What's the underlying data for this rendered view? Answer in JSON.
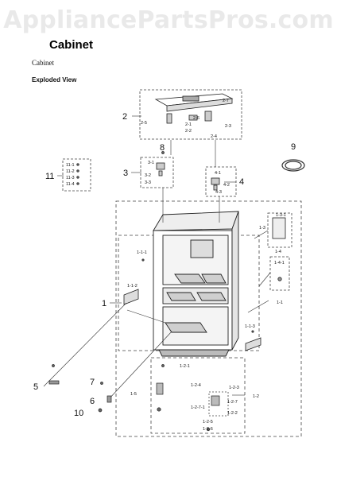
{
  "watermark": "AppliancePartsPros.com",
  "title": "Cabinet",
  "subtitle": "Cabinet",
  "view_label": "Exploded View",
  "callouts": {
    "c1": "1",
    "c2": "2",
    "c3": "3",
    "c4": "4",
    "c5": "5",
    "c6": "6",
    "c7": "7",
    "c8": "8",
    "c9": "9",
    "c10": "10",
    "c11": "11"
  },
  "sublabels": {
    "s2_7": "2-7",
    "s2_6": "2-6",
    "s2_5": "2-5",
    "s2_1": "2-1",
    "s2_2": "2-2",
    "s2_3": "2-3",
    "s2_4": "2-4",
    "s3_1": "3-1",
    "s3_2": "3-2",
    "s3_3": "3-3",
    "s4_1": "4-1",
    "s4_2": "4-2",
    "s4_3": "4-3",
    "s11_1": "11-1",
    "s11_2": "11-2",
    "s11_3": "11-3",
    "s11_4": "11-4",
    "s1_3_1": "1-3-1",
    "s1_3": "1-3",
    "s1_4": "1-4",
    "s1_4_1": "1-4-1",
    "s1_1": "1-1",
    "s1_1_1": "1-1-1",
    "s1_1_2": "1-1-2",
    "s1_1_3": "1-1-3",
    "s1_2_1": "1-2-1",
    "s1_2": "1-2",
    "s1_2_4": "1-2-4",
    "s1_2_3": "1-2-3",
    "s1_2_7": "1-2-7",
    "s1_2_7_1": "1-2-7-1",
    "s1_2_2": "1-2-2",
    "s1_2_5": "1-2-5",
    "s1_2_6": "1-2-6",
    "s1_5": "1-5"
  }
}
